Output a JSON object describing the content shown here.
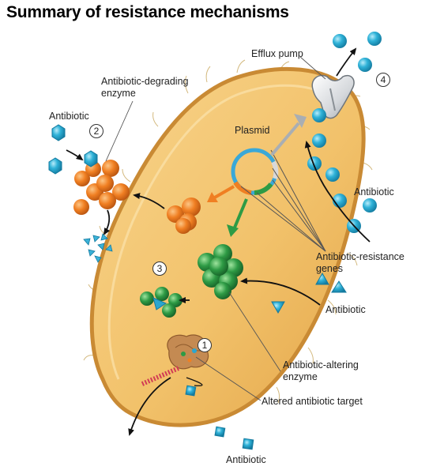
{
  "title": "Summary of resistance mechanisms",
  "labels": {
    "efflux_pump": "Efflux pump",
    "degrading_enzyme_line1": "Antibiotic-degrading",
    "degrading_enzyme_line2": "enzyme",
    "antibiotic_left": "Antibiotic",
    "plasmid": "Plasmid",
    "antibiotic_right": "Antibiotic",
    "resistance_genes_line1": "Antibiotic-resistance",
    "resistance_genes_line2": "genes",
    "antibiotic_triangle": "Antibiotic",
    "altering_enzyme_line1": "Antibiotic-altering",
    "altering_enzyme_line2": "enzyme",
    "altered_target": "Altered antibiotic target",
    "antibiotic_bottom": "Antibiotic"
  },
  "mechanism_numbers": {
    "target": "1",
    "degradation": "2",
    "alteration": "3",
    "efflux": "4"
  },
  "colors": {
    "cell_fill": "#f2c26b",
    "cell_membrane": "#d9963a",
    "antibiotic_blue": "#2ba6cf",
    "degrading_enzyme": "#f07f22",
    "altering_enzyme": "#2e9b45",
    "plasmid_ring": "#3aa8d8",
    "efflux_pump": "#d5d8dc"
  },
  "icons": {
    "efflux_pump": "efflux-pump-icon",
    "plasmid": "plasmid-icon",
    "ribosome": "ribosome-icon"
  }
}
